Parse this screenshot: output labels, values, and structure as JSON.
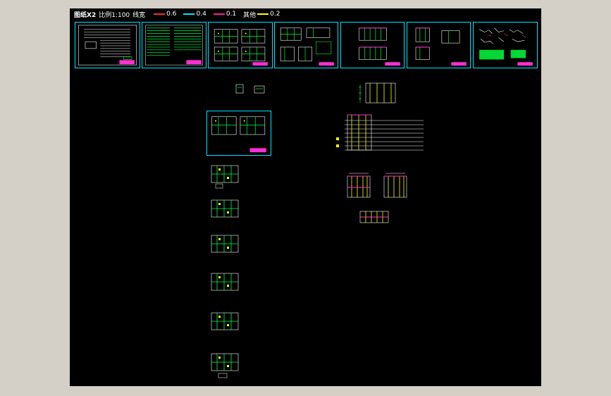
{
  "legend": {
    "prefix": "图纸X2",
    "scale": "比例1:100",
    "linewidth_label": "线宽",
    "lines": [
      {
        "label": "0.6",
        "color": "#ff2a2a"
      },
      {
        "label": "0.4",
        "color": "#00e5ff"
      },
      {
        "label": "0.1",
        "color": "#ff1f8e"
      },
      {
        "label": "0.2",
        "color": "#ffff00",
        "prefix": "其他"
      }
    ]
  },
  "colors": {
    "background": "#000000",
    "frame": "#00e5ff",
    "drawing": "#00ff3c",
    "accent": "#ffff00",
    "magenta": "#ff2fd5"
  }
}
